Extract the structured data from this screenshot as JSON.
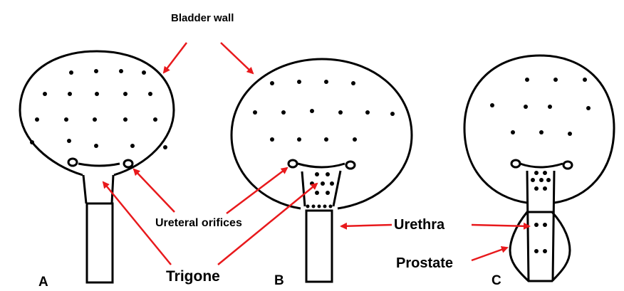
{
  "labels": {
    "bladder_wall": "Bladder wall",
    "ureteral_orifices": "Ureteral orifices",
    "trigone": "Trigone",
    "urethra": "Urethra",
    "prostate": "Prostate"
  },
  "panels": {
    "a": "A",
    "b": "B",
    "c": "C"
  },
  "colors": {
    "arrow": "#e8191c",
    "outline": "#000000"
  }
}
